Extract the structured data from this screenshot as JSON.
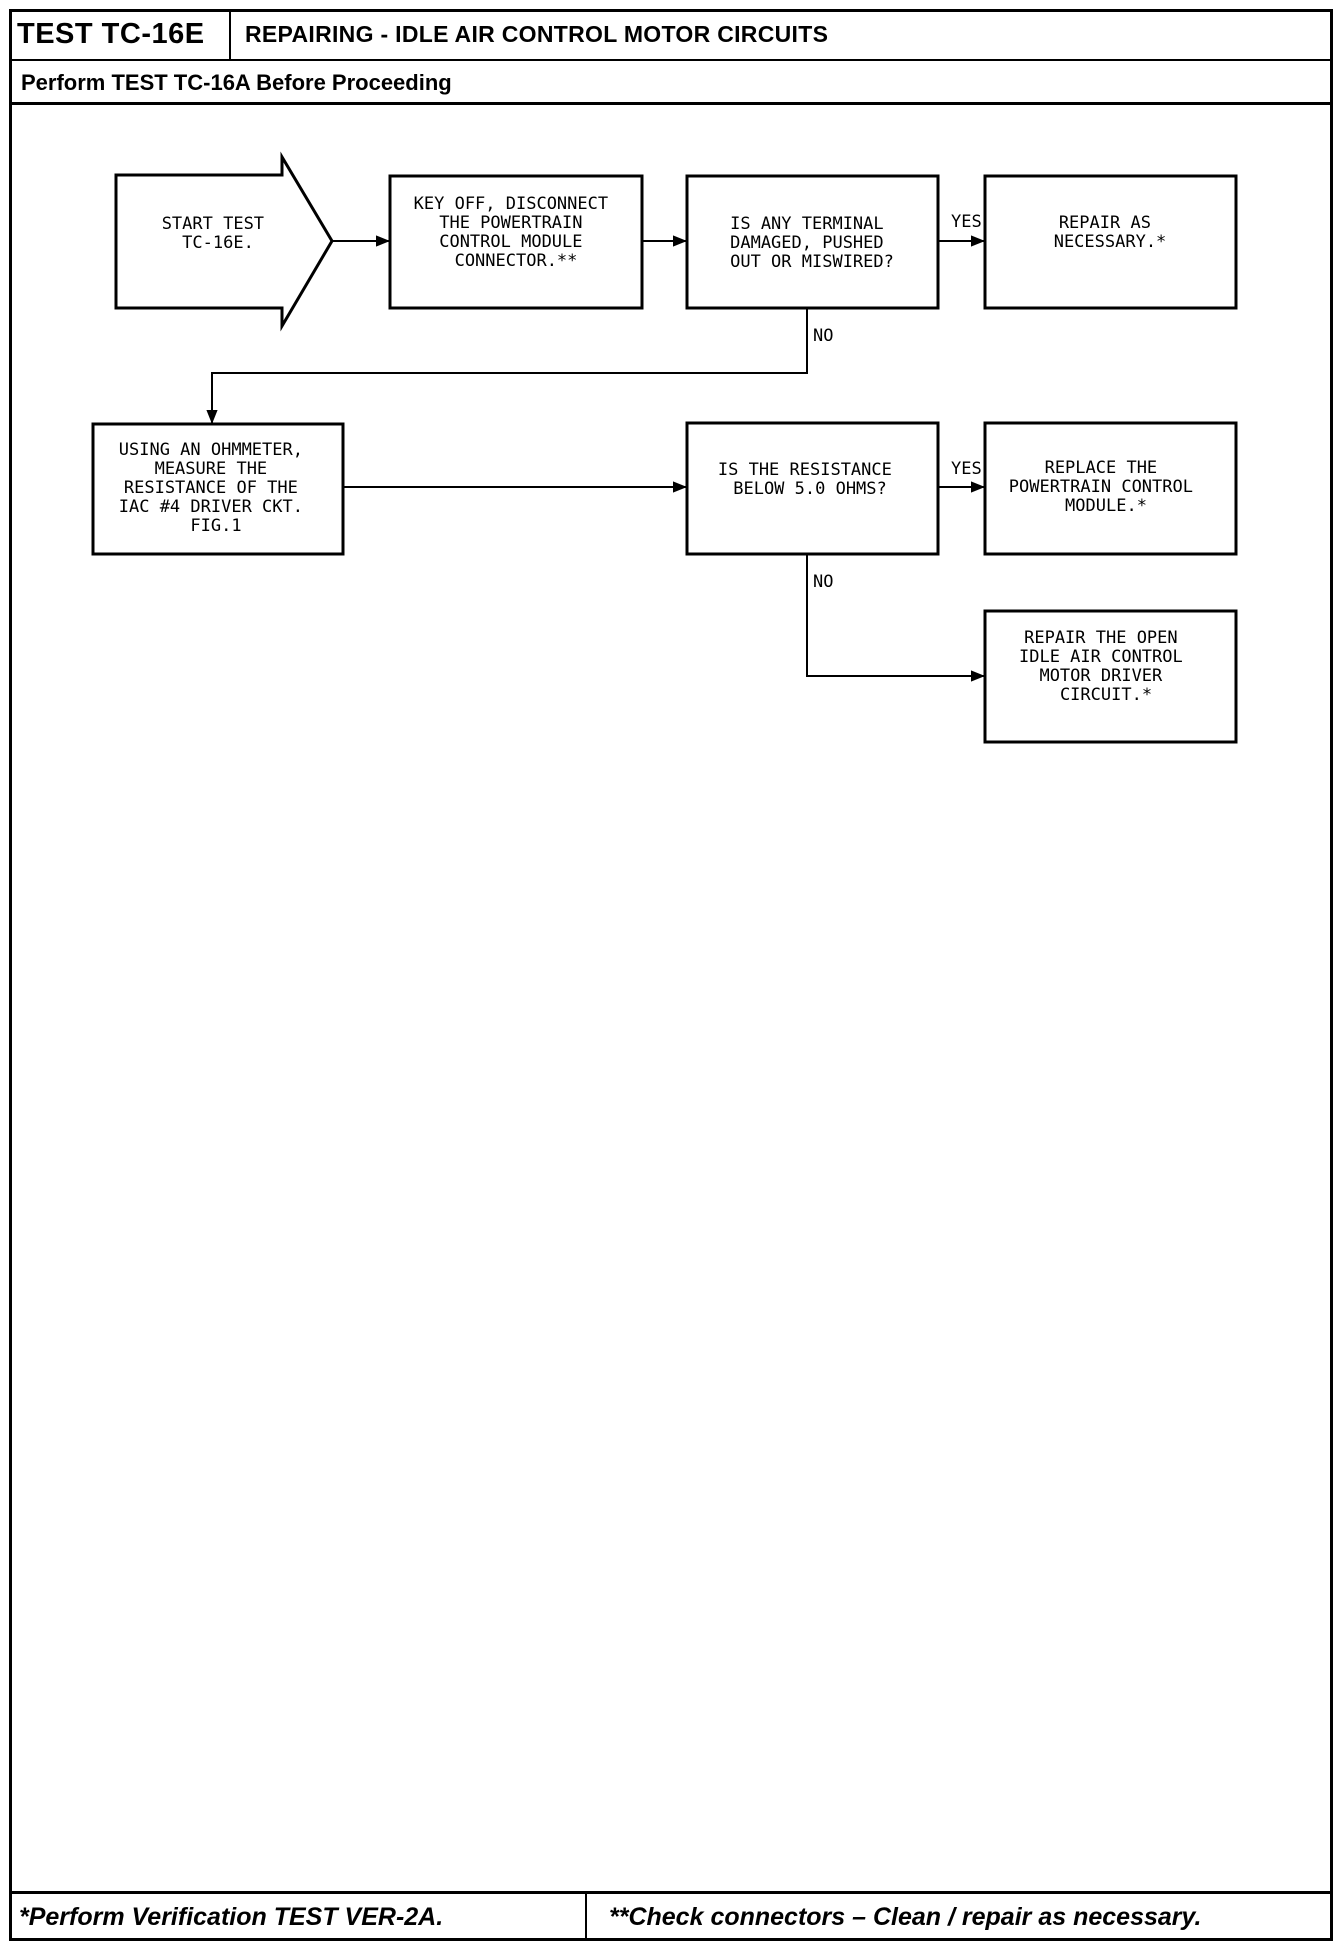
{
  "header": {
    "test_id": "TEST TC-16E",
    "title": "REPAIRING - IDLE AIR CONTROL MOTOR CIRCUITS",
    "prerequisite": "Perform TEST TC-16A Before Proceeding"
  },
  "flow": {
    "start": [
      "START TEST",
      "TC-16E."
    ],
    "step1": [
      "KEY OFF, DISCONNECT",
      "THE POWERTRAIN",
      "CONTROL MODULE",
      "CONNECTOR.**"
    ],
    "q1": [
      "IS ANY TERMINAL",
      "DAMAGED, PUSHED",
      "OUT OR MISWIRED?"
    ],
    "a1_yes": [
      "REPAIR AS",
      "NECESSARY.*"
    ],
    "step2": [
      "USING AN OHMMETER,",
      "MEASURE THE",
      "RESISTANCE OF THE",
      "IAC #4 DRIVER CKT.",
      "FIG.1"
    ],
    "q2": [
      "IS THE RESISTANCE",
      "BELOW 5.0 OHMS?"
    ],
    "a2_yes": [
      "REPLACE THE",
      "POWERTRAIN CONTROL",
      "MODULE.*"
    ],
    "a2_no": [
      "REPAIR THE OPEN",
      "IDLE AIR CONTROL",
      "MOTOR DRIVER",
      "CIRCUIT.*"
    ],
    "yes_label": "YES",
    "no_label": "NO"
  },
  "footer": {
    "left": "*Perform Verification TEST VER-2A.",
    "right": "**Check connectors – Clean / repair as necessary."
  }
}
